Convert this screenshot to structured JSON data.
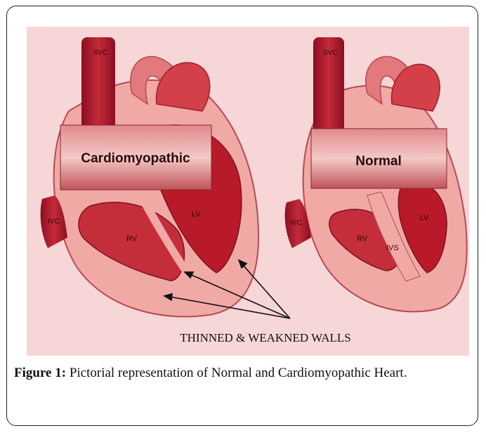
{
  "figure": {
    "hearts": [
      {
        "label": "Cardiomyopathic",
        "parts": {
          "svc": "SVC",
          "ivc": "IVC",
          "rv": "RV",
          "lv": "LV"
        }
      },
      {
        "label": "Normal",
        "parts": {
          "svc": "SVC",
          "ivc": "IVC",
          "rv": "RV",
          "lv": "LV",
          "ivs": "IVS"
        }
      }
    ],
    "annotation": "THINNED & WEAKNED WALLS",
    "colors": {
      "background": "#f6d6d6",
      "muscle_dark": "#b81a2a",
      "muscle_mid": "#d4404a",
      "wall_light": "#f1a9a6",
      "vessel": "#a9142a",
      "label_box": "#c8545c"
    }
  },
  "caption": {
    "label": "Figure 1:",
    "text": " Pictorial representation of Normal and Cardiomyopathic Heart."
  }
}
